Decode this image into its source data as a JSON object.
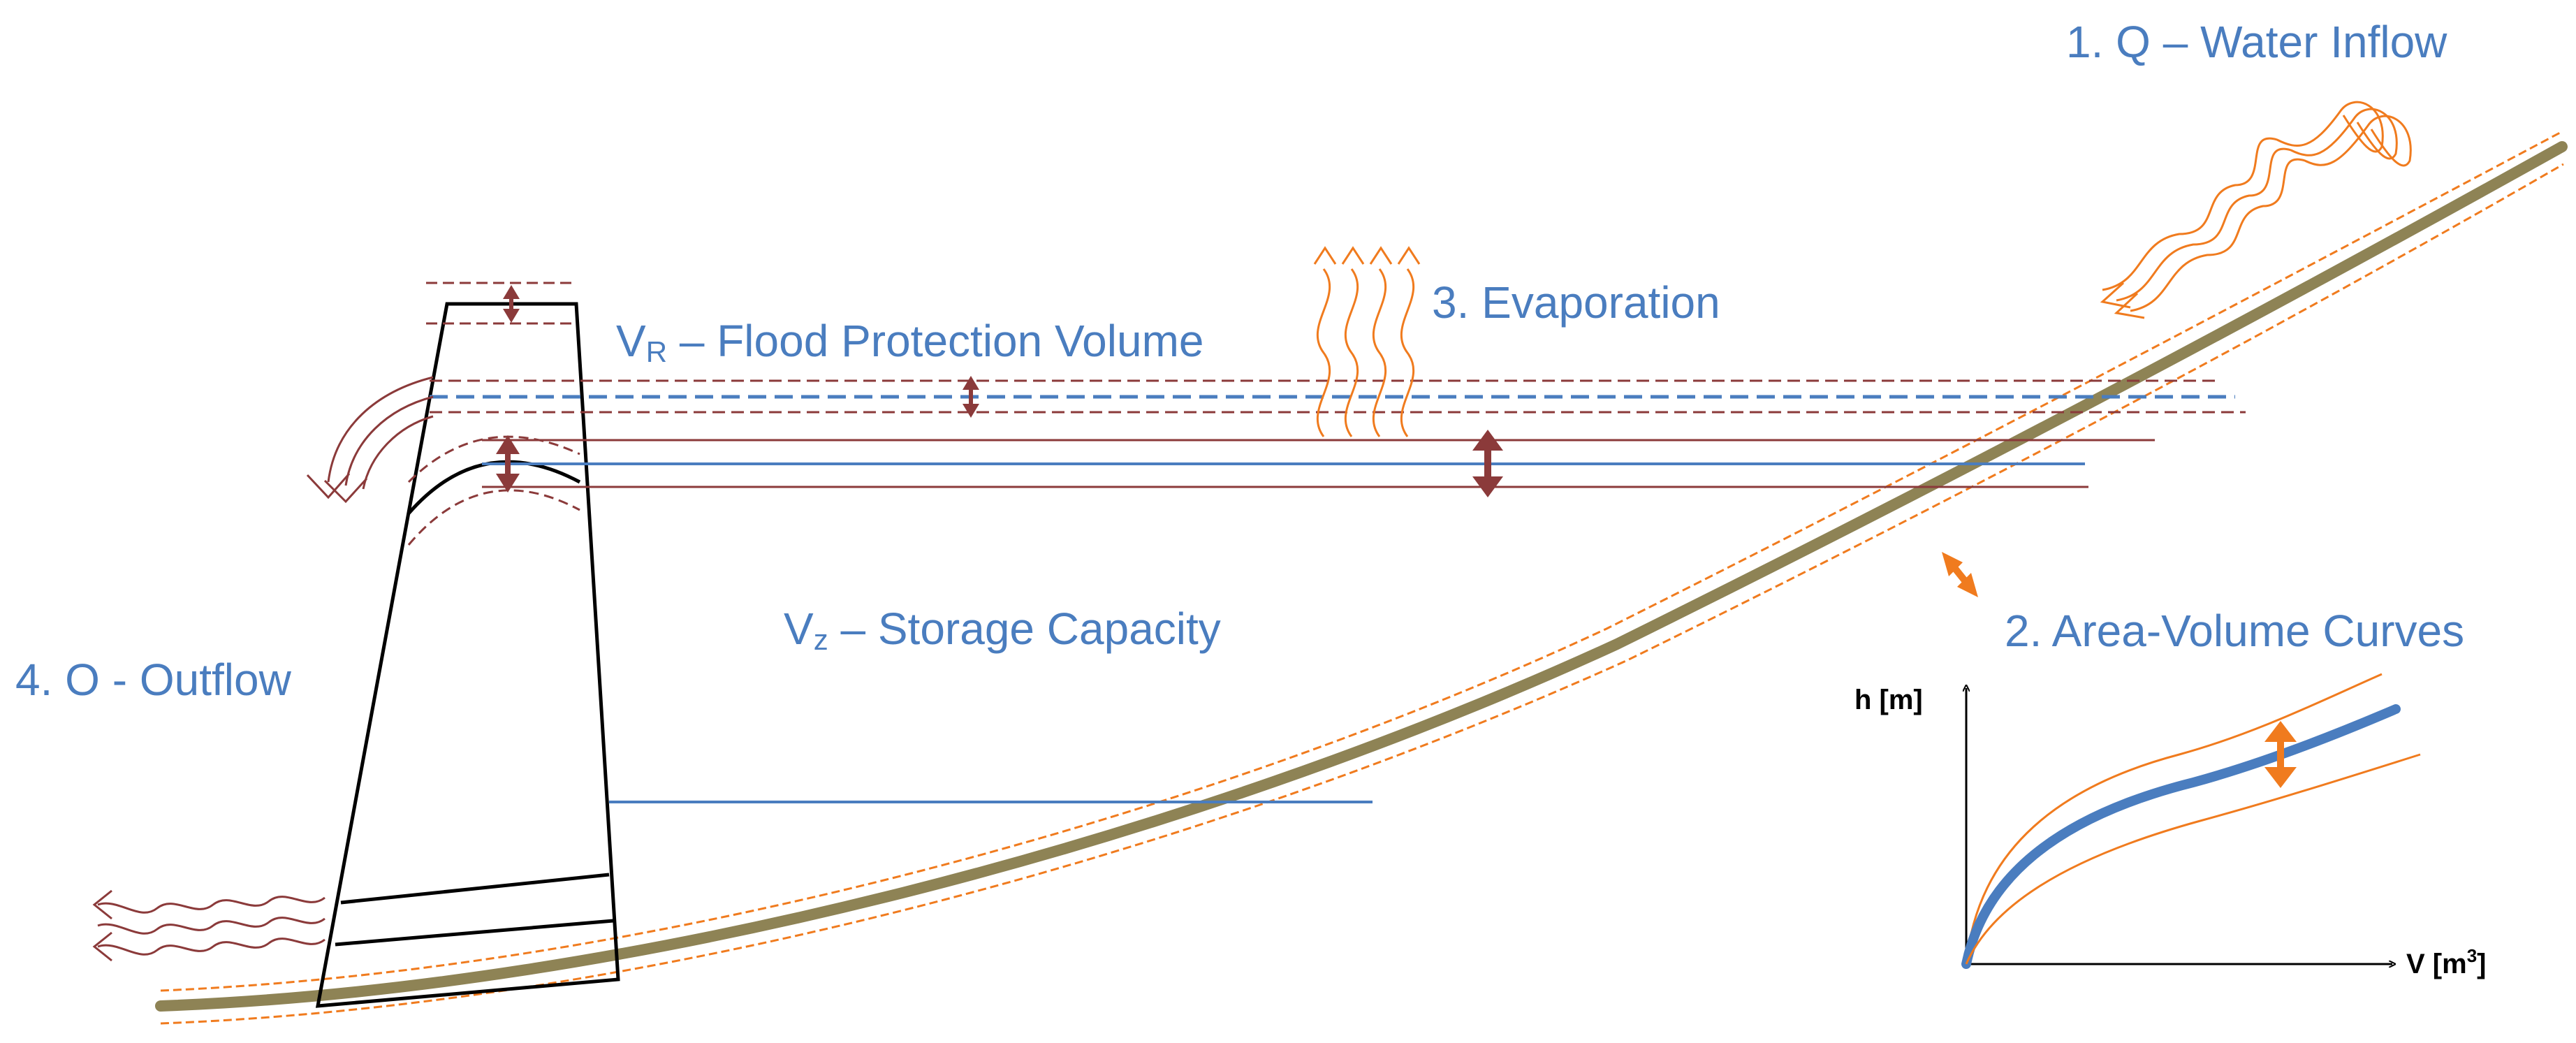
{
  "labels": {
    "inflow": "1. Q – Water Inflow",
    "evaporation": "3. Evaporation",
    "flood_prefix": "V",
    "flood_sub": "R",
    "flood_rest": " – Flood Protection Volume",
    "storage_prefix": "V",
    "storage_sub": "z",
    "storage_rest": " – Storage Capacity",
    "curves": "2. Area-Volume Curves",
    "outflow": "4. O - Outflow"
  },
  "inset_axes": {
    "y_label": "h [m]",
    "x_label_base": "V [m",
    "x_label_sup": "3",
    "x_label_end": "]"
  },
  "colors": {
    "text_blue": "#4a7dbf",
    "dark_red": "#8b3a3a",
    "orange": "#f07b1e",
    "ground": "#8e8355",
    "water_blue": "#4a7dbf"
  }
}
